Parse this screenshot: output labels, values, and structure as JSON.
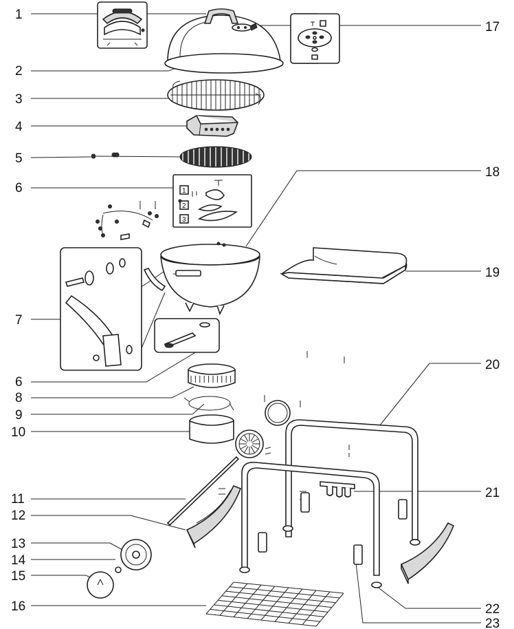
{
  "callouts": [
    {
      "id": "c1",
      "label": "1"
    },
    {
      "id": "c2",
      "label": "2"
    },
    {
      "id": "c3",
      "label": "3"
    },
    {
      "id": "c4",
      "label": "4"
    },
    {
      "id": "c5",
      "label": "5"
    },
    {
      "id": "c6a",
      "label": "6"
    },
    {
      "id": "c7",
      "label": "7"
    },
    {
      "id": "c6b",
      "label": "6"
    },
    {
      "id": "c8",
      "label": "8"
    },
    {
      "id": "c9",
      "label": "9"
    },
    {
      "id": "c10",
      "label": "10"
    },
    {
      "id": "c11",
      "label": "11"
    },
    {
      "id": "c12",
      "label": "12"
    },
    {
      "id": "c13",
      "label": "13"
    },
    {
      "id": "c14",
      "label": "14"
    },
    {
      "id": "c15",
      "label": "15"
    },
    {
      "id": "c16",
      "label": "16"
    },
    {
      "id": "c17",
      "label": "17"
    },
    {
      "id": "c18",
      "label": "18"
    },
    {
      "id": "c19",
      "label": "19"
    },
    {
      "id": "c20",
      "label": "20"
    },
    {
      "id": "c21",
      "label": "21"
    },
    {
      "id": "c22",
      "label": "22"
    },
    {
      "id": "c23",
      "label": "23"
    }
  ],
  "detail_box_tags": [
    "1",
    "2",
    "3"
  ]
}
